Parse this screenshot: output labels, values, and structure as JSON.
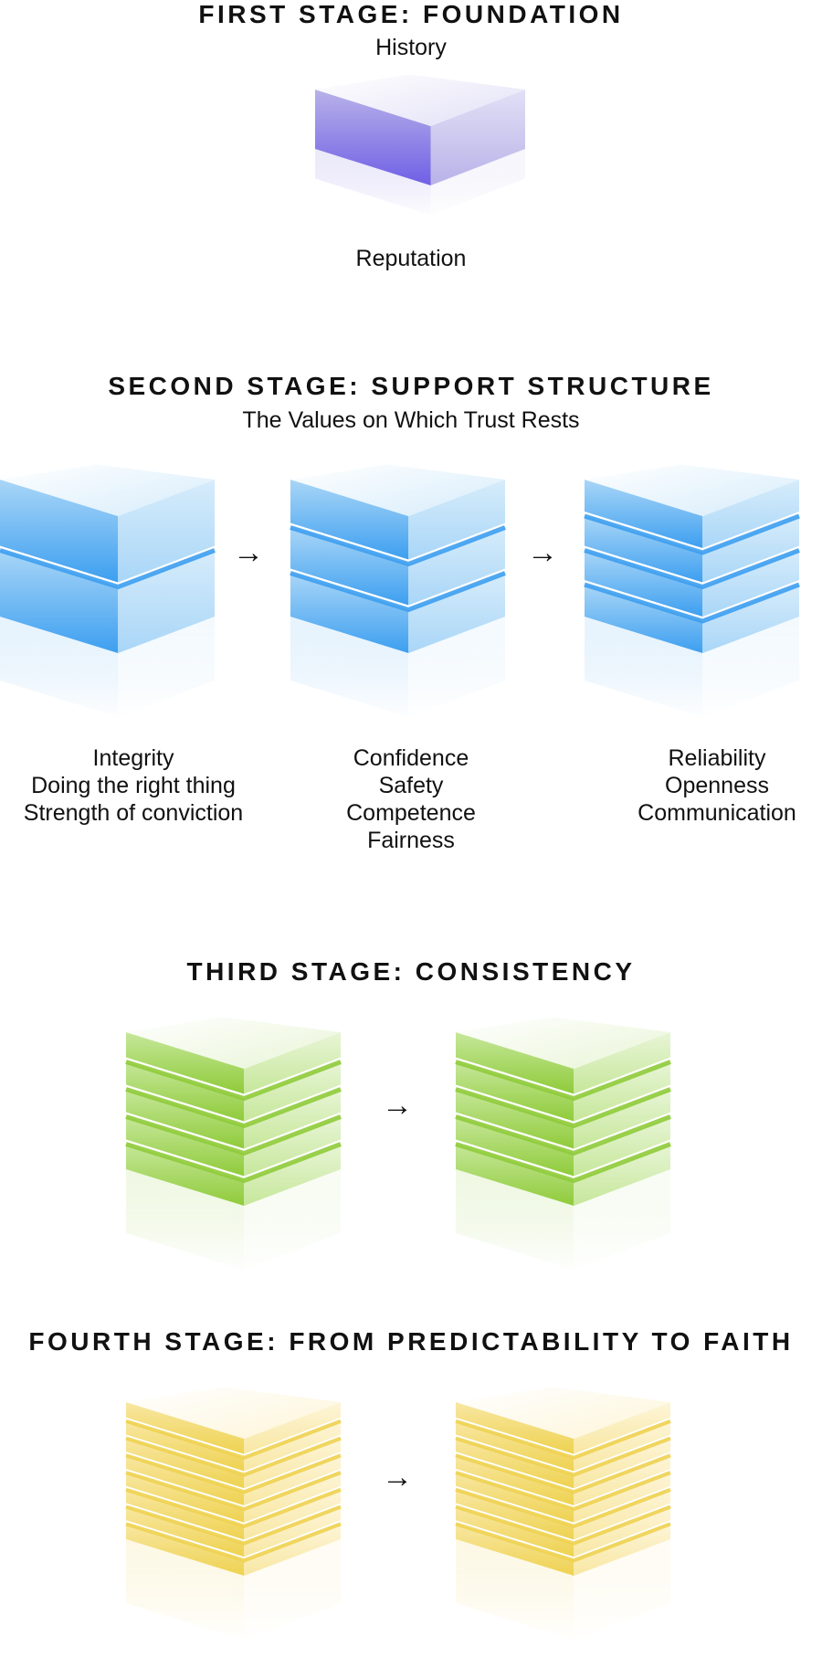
{
  "stages": [
    {
      "title": "FIRST STAGE: FOUNDATION",
      "subtitle": "History",
      "blocks": [
        {
          "layers": 1,
          "labels": [
            "Reputation"
          ]
        }
      ],
      "theme": {
        "light": "#e2e0f6",
        "mid": "#b8b2e8",
        "dark": "#6f5fe6"
      }
    },
    {
      "title": "SECOND STAGE: SUPPORT STRUCTURE",
      "subtitle": "The Values on Which Trust Rests",
      "blocks": [
        {
          "layers": 2,
          "labels": [
            "Integrity",
            "Doing the right thing",
            "Strength of conviction"
          ]
        },
        {
          "layers": 3,
          "labels": [
            "Confidence",
            "Safety",
            "Competence",
            "Fairness"
          ]
        },
        {
          "layers": 4,
          "labels": [
            "Reliability",
            "Openness",
            "Communication"
          ]
        }
      ],
      "arrows": [
        "→",
        "→"
      ],
      "theme": {
        "light": "#d6ecfb",
        "mid": "#a9d6f7",
        "dark": "#3d9ff0"
      }
    },
    {
      "title": "THIRD STAGE: CONSISTENCY",
      "blocks": [
        {
          "layers": 5
        },
        {
          "layers": 5
        }
      ],
      "arrows": [
        "→"
      ],
      "theme": {
        "light": "#e8f5d6",
        "mid": "#c6e79a",
        "dark": "#8fcb3a"
      }
    },
    {
      "title": "FOURTH STAGE: FROM PREDICTABILITY TO FAITH",
      "blocks": [
        {
          "layers": 8
        },
        {
          "layers": 8
        }
      ],
      "arrows": [
        "→"
      ],
      "theme": {
        "light": "#fdf5d8",
        "mid": "#f8e7a2",
        "dark": "#eed250"
      }
    }
  ]
}
